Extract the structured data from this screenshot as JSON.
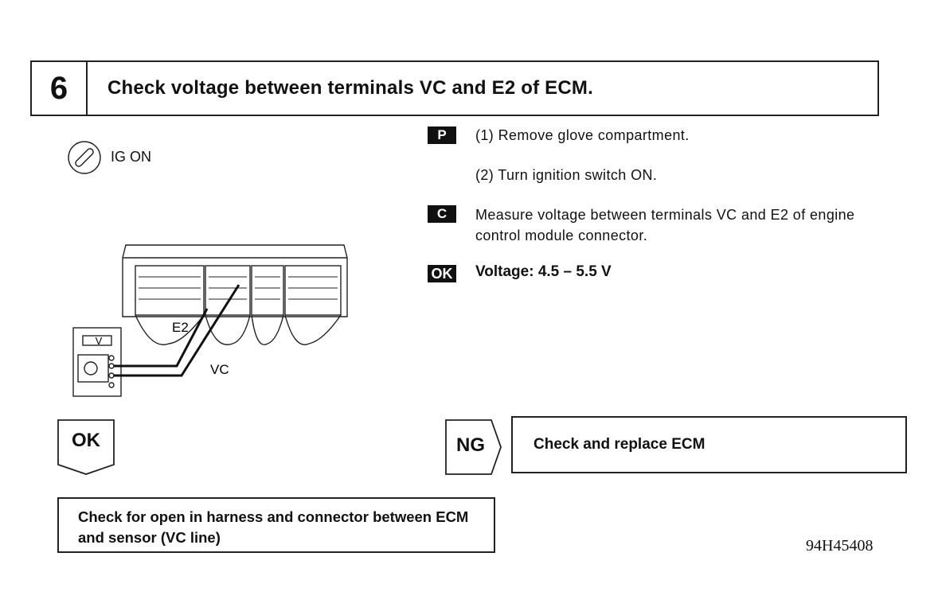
{
  "step": {
    "number": "6",
    "title": "Check voltage between terminals VC and E2 of ECM."
  },
  "condition": {
    "icon": "ignition-key-icon",
    "label": "IG ON"
  },
  "instructions": {
    "prep_tag": "P",
    "prep_steps": [
      "(1) Remove glove compartment.",
      "(2) Turn ignition switch ON."
    ],
    "check_tag": "C",
    "check_text": "Measure voltage between terminals VC and E2 of engine control module connector.",
    "ok_tag": "OK",
    "spec": "Voltage:  4.5 – 5.5 V"
  },
  "diagram": {
    "meter_label": "V",
    "terminal_e2": "E2",
    "terminal_vc": "VC"
  },
  "results": {
    "ok_label": "OK",
    "ng_label": "NG",
    "ng_action": "Check and replace ECM",
    "ok_action": "Check for open in harness and connector between ECM and sensor (VC line)"
  },
  "figure_code": "94H45408"
}
